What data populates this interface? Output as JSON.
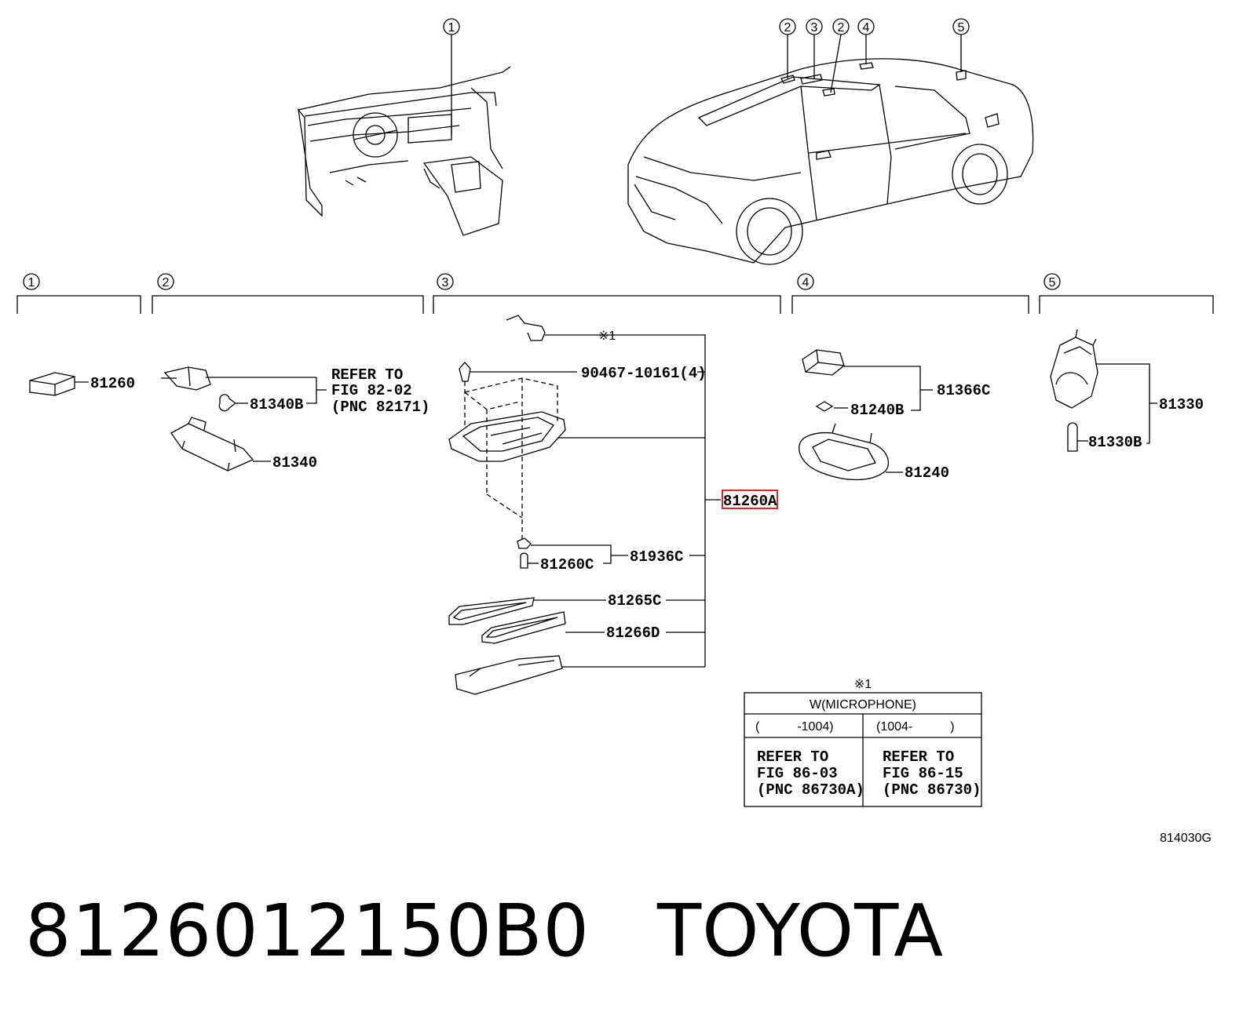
{
  "callouts": {
    "c1": "1",
    "c2": "2",
    "c3": "3",
    "c4": "4",
    "c5": "5"
  },
  "section1": {
    "p81260": "81260"
  },
  "section2": {
    "p81340B": "81340B",
    "p81340": "81340",
    "refer_line1": "REFER TO",
    "refer_line2": "FIG 82-02",
    "refer_line3": "(PNC 82171)"
  },
  "section3": {
    "note_mark": "※1",
    "screw": "90467-10161(4)",
    "highlighted_part": "81260A",
    "p81260C": "81260C",
    "p81936C": "81936C",
    "p81265C": "81265C",
    "p81266D": "81266D"
  },
  "section4": {
    "p81366C": "81366C",
    "p81240B": "81240B",
    "p81240": "81240"
  },
  "section5": {
    "p81330": "81330",
    "p81330B": "81330B"
  },
  "note_table": {
    "mark": "※1",
    "header": "W(MICROPHONE)",
    "col1_range": "(　　　-1004)",
    "col2_range": "(1004-　　　)",
    "col1_line1": "REFER TO",
    "col1_line2": "FIG 86-03",
    "col1_line3": "(PNC 86730A)",
    "col2_line1": "REFER TO",
    "col2_line2": "FIG 86-15",
    "col2_line3": "(PNC 86730)"
  },
  "figure_code": "814030G",
  "footer": {
    "part_number": "8126012150B0",
    "brand": "TOYOTA"
  },
  "colors": {
    "highlight": "#e0262b",
    "ink": "#000000"
  }
}
